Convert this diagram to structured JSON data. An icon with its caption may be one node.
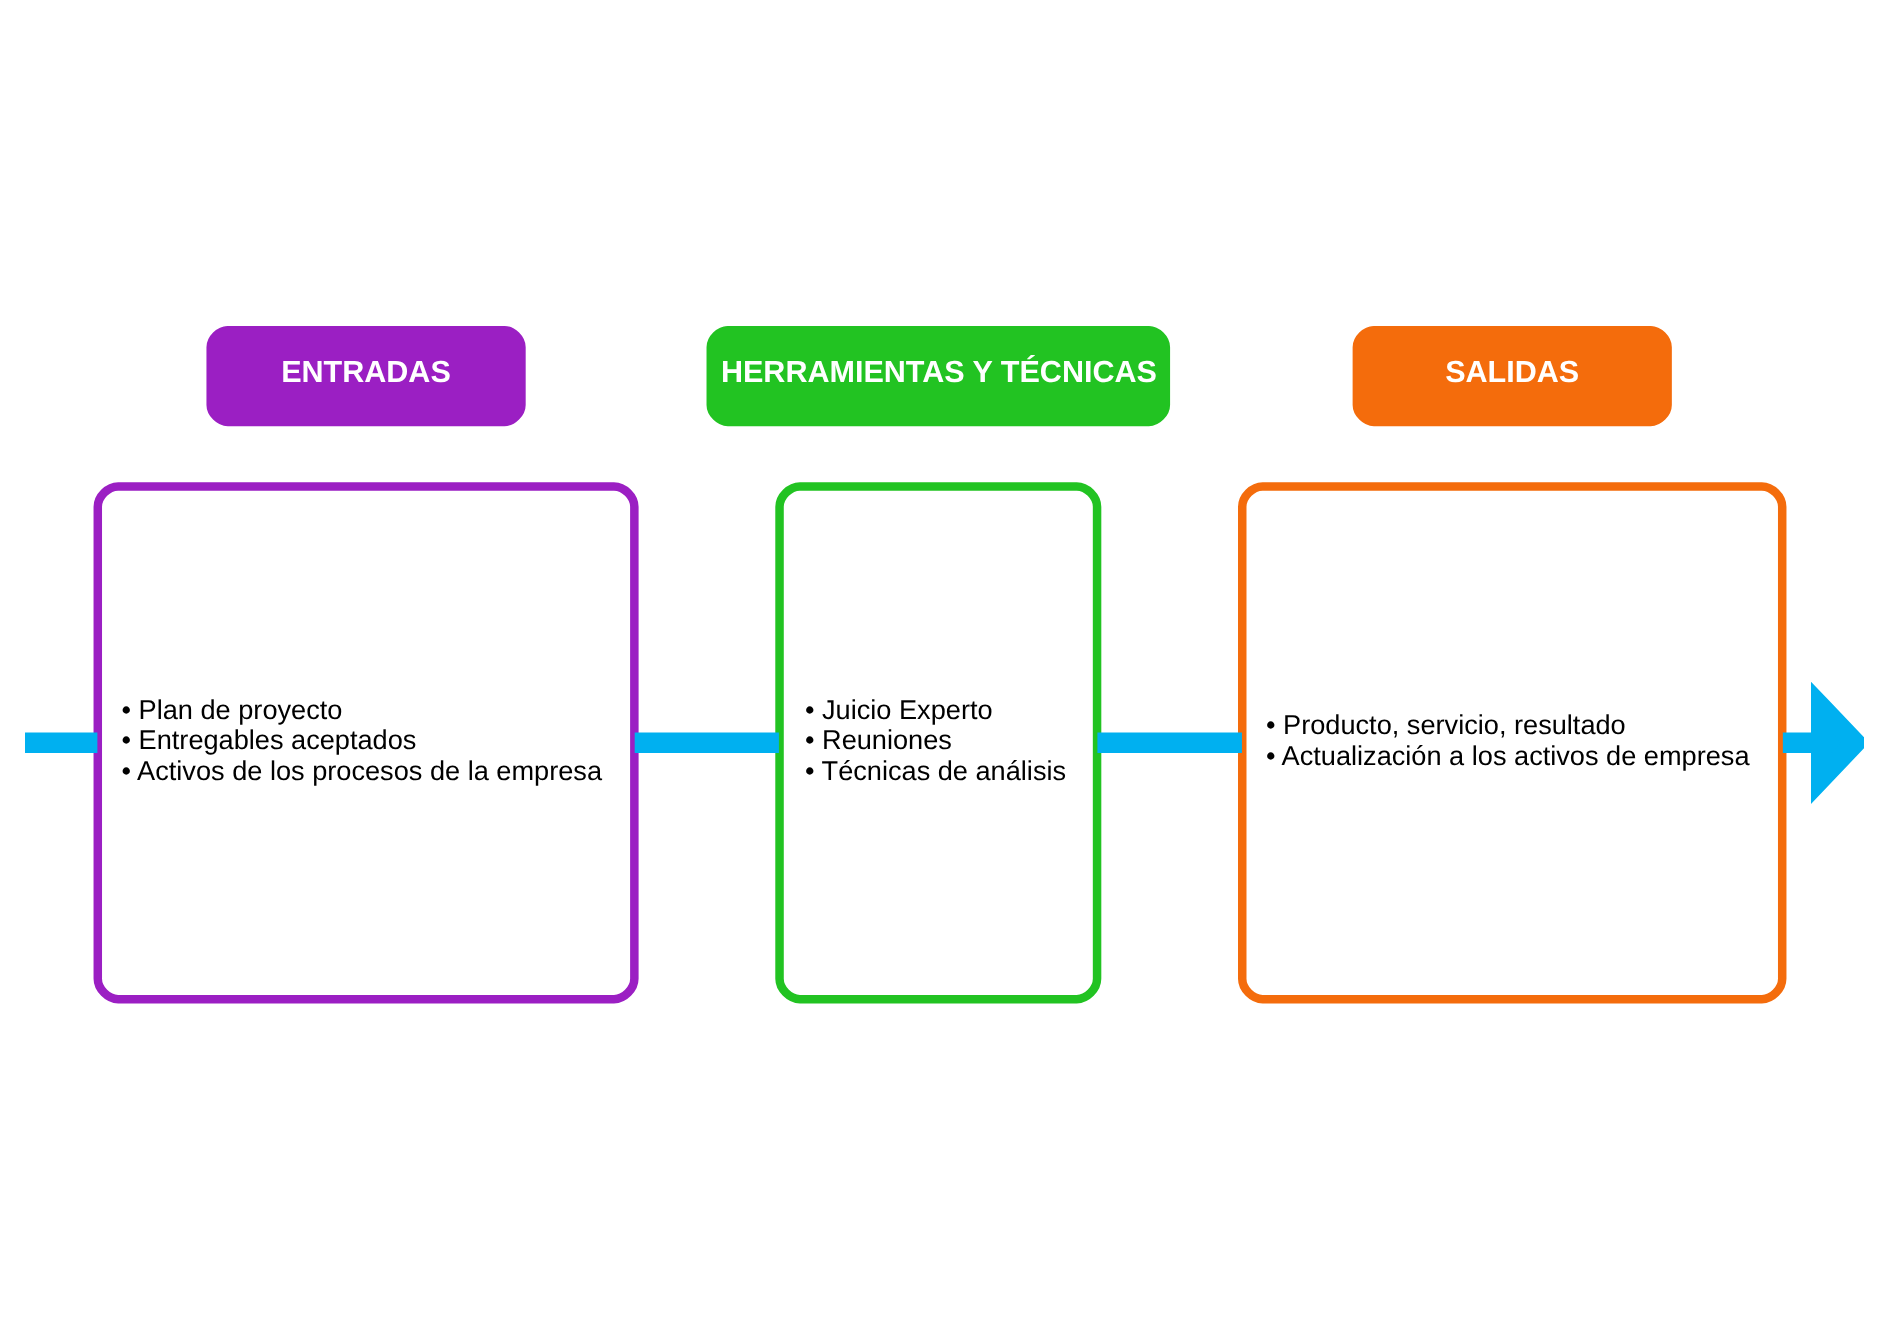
{
  "diagram": {
    "nodes": [
      {
        "text": [
          "ENTRADAS"
        ]
      },
      {
        "text": [
          "HERRAMIENTAS Y TÉCNICAS"
        ]
      },
      {
        "text": [
          "SALIDAS"
        ]
      },
      {
        "text": [
          "• Plan de proyecto",
          "• Entregables aceptados",
          "• Activos de los procesos de la empresa"
        ]
      },
      {
        "text": [
          "• Juicio Experto",
          "• Reuniones",
          "• Técnicas de análisis"
        ]
      },
      {
        "text": [
          "• Producto, servicio, resultado",
          "• Actualización a los activos de empresa"
        ]
      }
    ],
    "edges": [
      {
        "from": null,
        "to": 3,
        "arrow": "none"
      },
      {
        "from": 3,
        "to": 4,
        "arrow": "none"
      },
      {
        "from": 4,
        "to": 5,
        "arrow": "none"
      },
      {
        "from": 5,
        "to": null,
        "arrow": "to"
      }
    ]
  }
}
